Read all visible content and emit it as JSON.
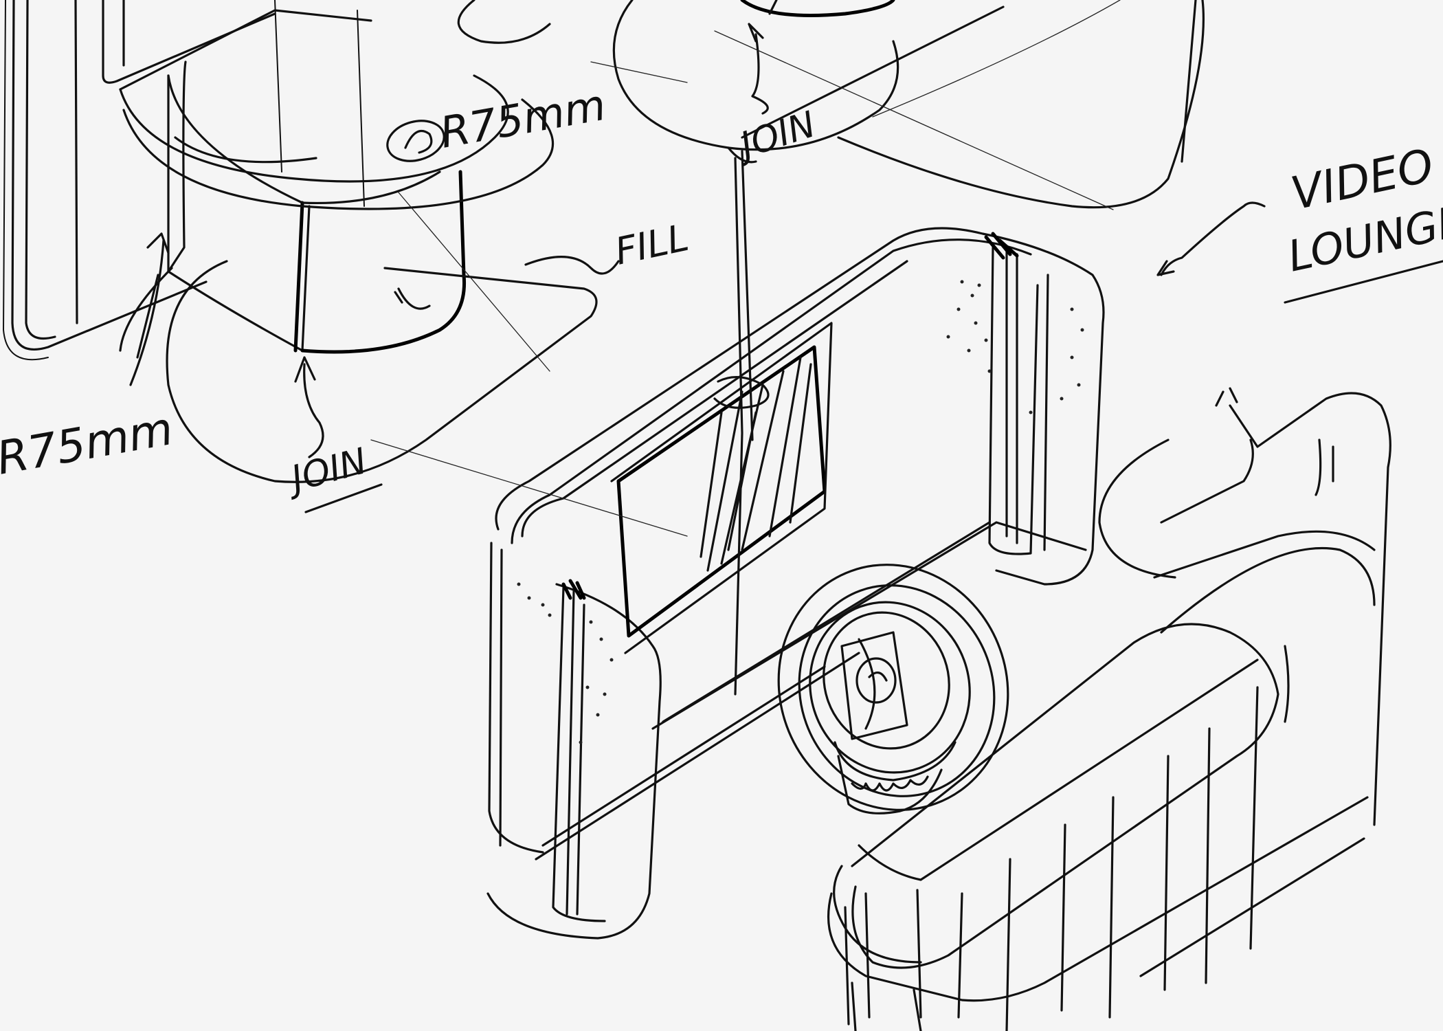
{
  "annotations": {
    "radius_top": "R75mm",
    "radius_left": "R75mm",
    "join_top": "JOIN",
    "join_bottom": "JOIN",
    "fill_note": "FILL",
    "title_line1": "VIDEO",
    "title_line2": "LOUNGE"
  },
  "ink_color": "#111111",
  "paper_color": "#f5f5f5"
}
